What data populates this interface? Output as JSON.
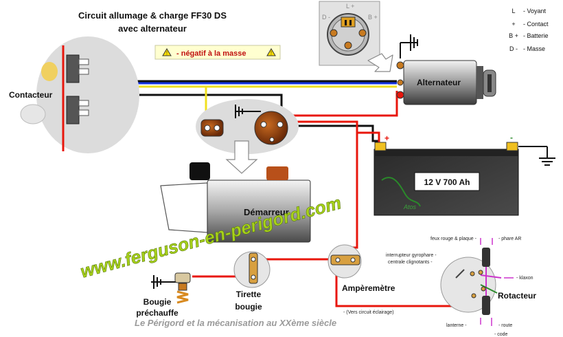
{
  "title": {
    "line1": "Circuit allumage & charge FF30 DS",
    "line2": "avec alternateur"
  },
  "ground_note": "-  négatif à la masse",
  "warning_symbol": "△",
  "plug_labels": {
    "left": "D -",
    "top": "L +",
    "right": "B +"
  },
  "legend": [
    {
      "key": "L",
      "desc": "- Voyant"
    },
    {
      "key": "+",
      "desc": "- Contact"
    },
    {
      "key": "B +",
      "desc": "- Batterie"
    },
    {
      "key": "D -",
      "desc": "- Masse"
    }
  ],
  "components": {
    "contacteur": "Contacteur",
    "alternateur": "Alternateur",
    "batterie": "12 V 700 Ah",
    "batterie_brand": "Atos",
    "demarreur": "Démarreur",
    "amperemetre": "Ampèremètre",
    "tirette_line1": "Tirette",
    "tirette_line2": "bougie",
    "bougie_line1": "Bougie",
    "bougie_line2": "préchauffe",
    "rotacteur": "Rotacteur"
  },
  "battery_terminals": {
    "pos": "+",
    "neg": "-"
  },
  "rotacteur_labels": {
    "feux_rouge": "feux rouge & plaque -",
    "phare_ar": "- phare AR",
    "interrupteur_line1": "interrupteur gyrophare -",
    "interrupteur_line2": "centrale clignotants -",
    "klaxon": "- klaxon",
    "lanterne": "lanterne -",
    "route": "- route",
    "code": "- code",
    "vers_circuit": "-  (Vers circuit éclairage)"
  },
  "watermark": "www.ferguson-en-perigord.com",
  "footer": "Le Périgord et la mécanisation au XXème siècle",
  "colors": {
    "red": "#e8160c",
    "blue": "#1030e0",
    "yellow": "#f0e020",
    "black": "#111111",
    "watermark_green": "#a8d21a",
    "panel_grey": "#dcdcdc"
  }
}
